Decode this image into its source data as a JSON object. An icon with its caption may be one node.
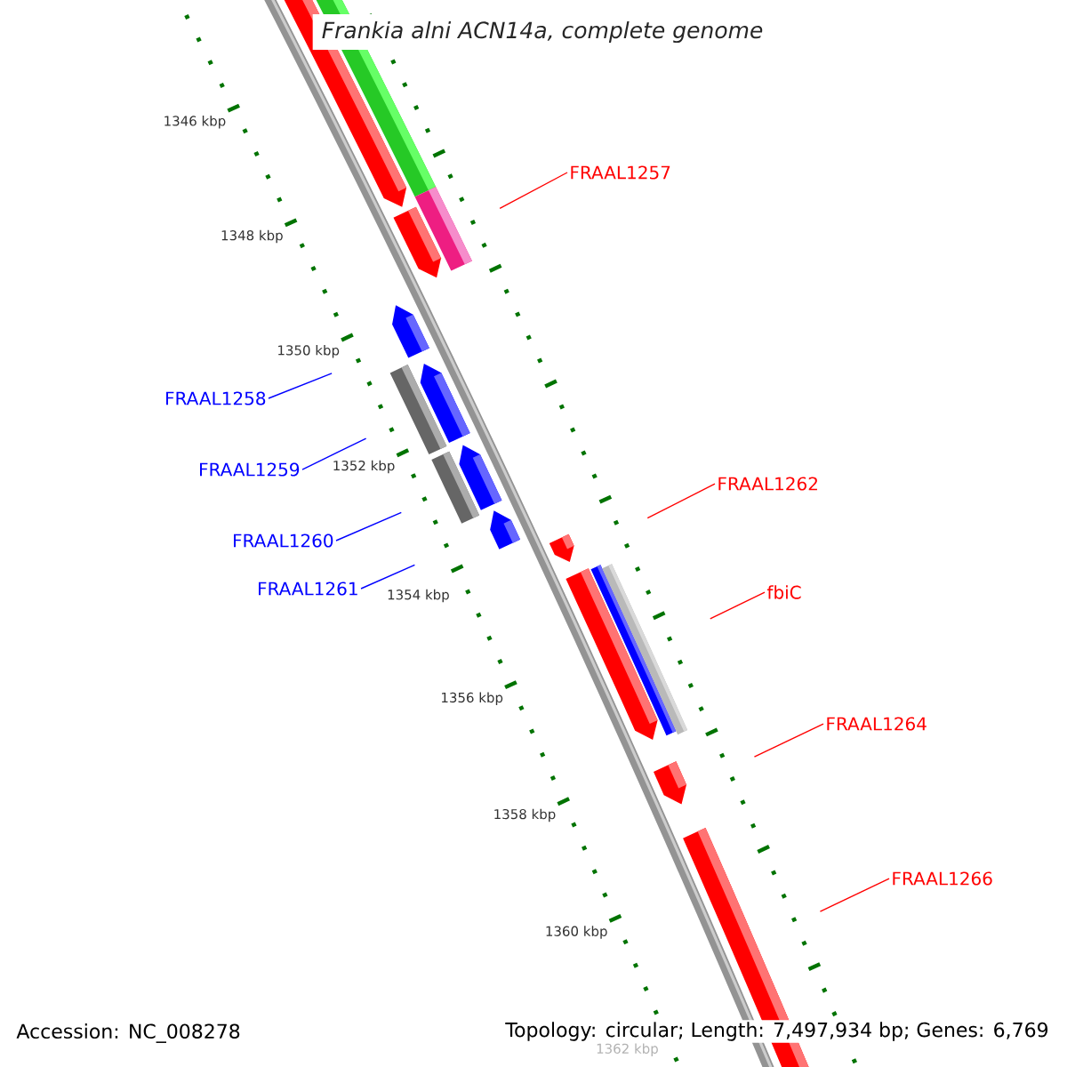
{
  "diagram": {
    "title": "*Frankia alni* ACN14a, complete genome",
    "nodes": [
      {
        "text": [
          "FRAAL1257"
        ]
      },
      {
        "text": [
          "FRAAL1258"
        ]
      },
      {
        "text": [
          "FRAAL1259"
        ]
      },
      {
        "text": [
          "FRAAL1262"
        ]
      },
      {
        "text": [
          "FRAAL1260"
        ]
      },
      {
        "text": [
          "FRAAL1261"
        ]
      },
      {
        "text": [
          "fbiC"
        ]
      },
      {
        "text": [
          "FRAAL1264"
        ]
      },
      {
        "text": [
          "FRAAL1266"
        ]
      }
    ],
    "edges": [
      {
        "from": 0,
        "to": null,
        "arrow": "none"
      },
      {
        "from": 1,
        "to": null,
        "arrow": "none",
        "color": "#0000ff"
      },
      {
        "from": 2,
        "to": null,
        "arrow": "none",
        "color": "#0000ff"
      },
      {
        "from": 3,
        "to": null,
        "arrow": "none"
      },
      {
        "from": 4,
        "to": null,
        "arrow": "none",
        "color": "#0000ff"
      },
      {
        "from": 5,
        "to": null,
        "arrow": "none",
        "color": "#0000ff"
      },
      {
        "from": 6,
        "to": null,
        "arrow": "none"
      },
      {
        "from": 7,
        "to": null,
        "arrow": "none"
      },
      {
        "from": 8,
        "to": null,
        "arrow": "none"
      }
    ],
    "labels": [
      "1346 kbp",
      "1348 kbp",
      "1350 kbp",
      "1352 kbp",
      "1354 kbp",
      "1356 kbp",
      "1358 kbp",
      "1360 kbp",
      "1362 kbp",
      "Accession: NC_008278",
      "Topology: circular; Length: 7,497,934 bp; Genes: 6,769"
    ]
  }
}
